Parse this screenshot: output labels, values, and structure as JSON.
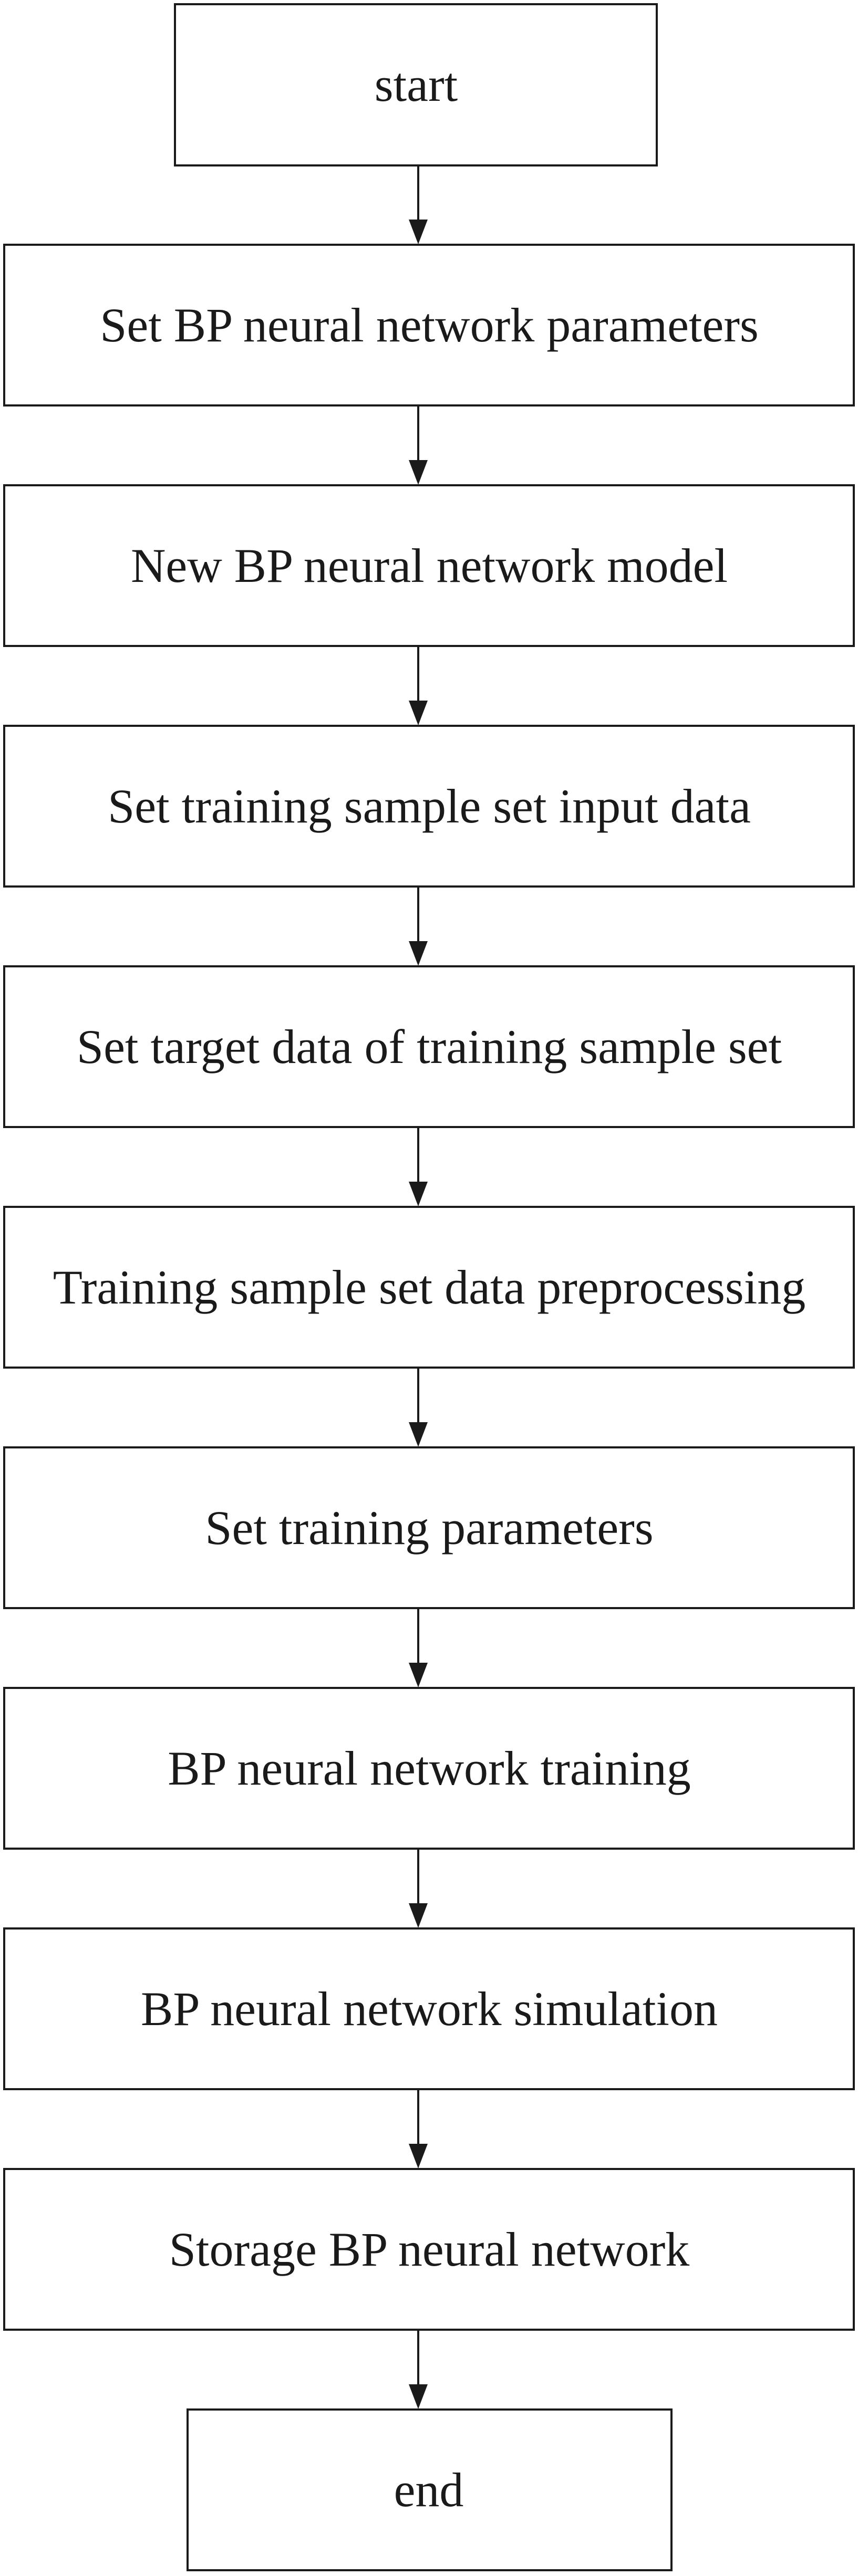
{
  "steps": [
    {
      "id": "start",
      "label": "start"
    },
    {
      "id": "set-bp-parameters",
      "label": "Set BP neural network parameters"
    },
    {
      "id": "new-bp-model",
      "label": "New BP neural network model"
    },
    {
      "id": "set-training-input",
      "label": "Set training sample set input data"
    },
    {
      "id": "set-target-data",
      "label": "Set target data of training sample set"
    },
    {
      "id": "training-preprocessing",
      "label": "Training sample set data preprocessing"
    },
    {
      "id": "set-training-parameters",
      "label": "Set training parameters"
    },
    {
      "id": "bp-training",
      "label": "BP neural network training"
    },
    {
      "id": "bp-simulation",
      "label": "BP neural network simulation"
    },
    {
      "id": "storage-bp",
      "label": "Storage BP neural network"
    },
    {
      "id": "end",
      "label": "end"
    }
  ]
}
